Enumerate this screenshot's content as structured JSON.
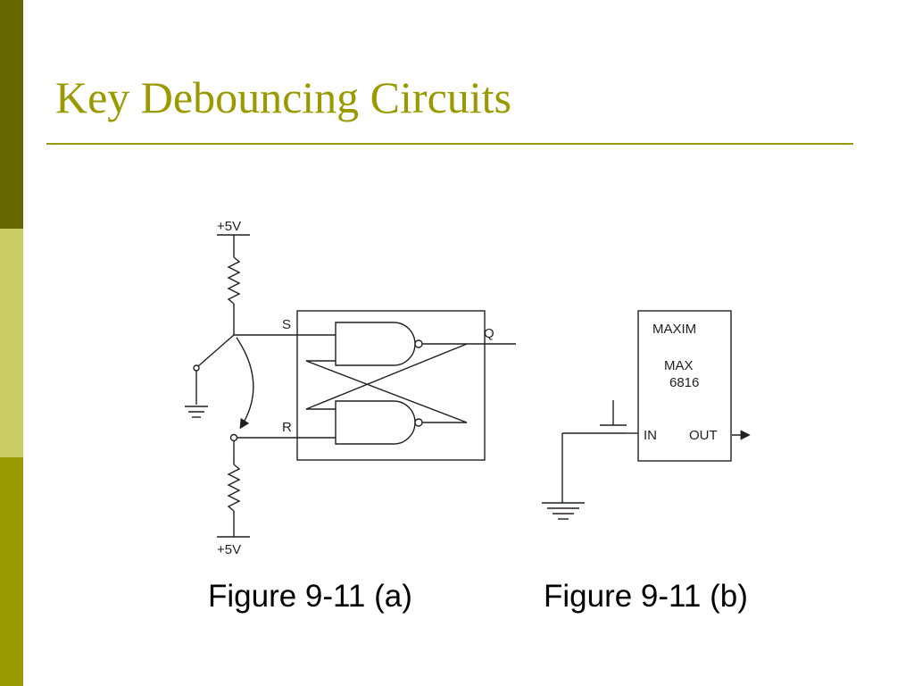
{
  "slide": {
    "title": "Key Debouncing Circuits",
    "accent_color": "#999900",
    "sidebar_colors": [
      "#666600",
      "#cccc66",
      "#999900"
    ]
  },
  "figure_a": {
    "supply_top": "+5V",
    "supply_bottom": "+5V",
    "set_label": "S",
    "reset_label": "R",
    "output_label": "Q",
    "caption": "Figure 9-11 (a)"
  },
  "figure_b": {
    "chip_vendor": "MAXIM",
    "chip_part": "MAX",
    "chip_number": "6816",
    "input_label": "IN",
    "output_label": "OUT",
    "caption": "Figure 9-11 (b)"
  }
}
